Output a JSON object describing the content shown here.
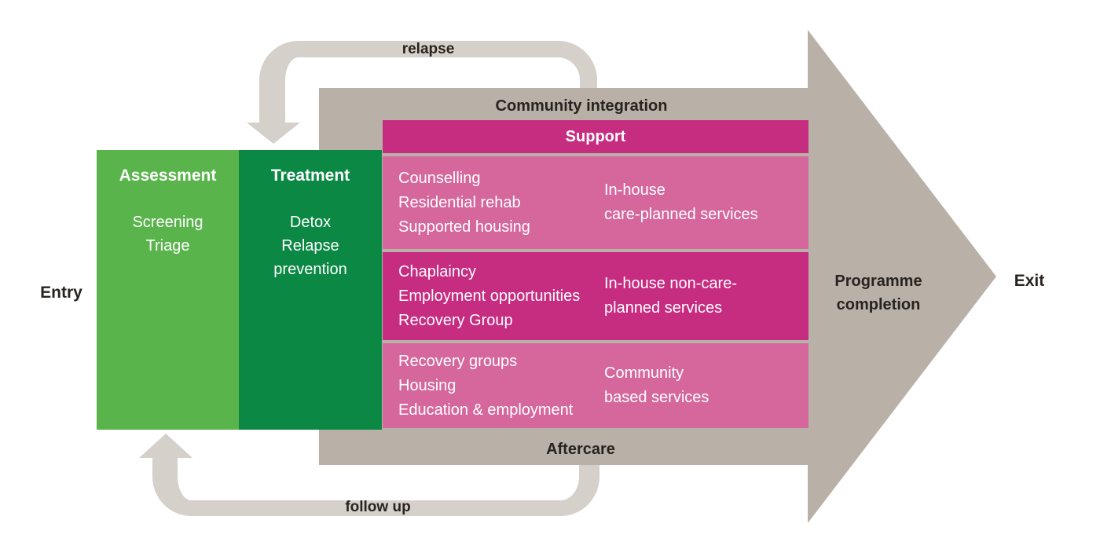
{
  "colors": {
    "green-light": "#5ab44c",
    "green-dark": "#0c8845",
    "pink-dark": "#c62c80",
    "pink-light": "#d5679d",
    "arrow-body": "#b9b1a8",
    "loop-gray": "#d5d0c9",
    "text-dark": "#28231f",
    "text-light": "#ffffff"
  },
  "endpoints": {
    "entry": "Entry",
    "exit": "Exit"
  },
  "main_arrow": {
    "top_label": "Community integration",
    "bottom_label": "Aftercare",
    "head_label_lines": [
      "Programme",
      "completion"
    ]
  },
  "loops": {
    "relapse": "relapse",
    "follow_up": "follow up"
  },
  "stages": {
    "assessment": {
      "title": "Assessment",
      "lines": [
        "Screening",
        "Triage"
      ]
    },
    "treatment": {
      "title": "Treatment",
      "lines": [
        "Detox",
        "Relapse",
        "prevention"
      ]
    }
  },
  "support": {
    "title": "Support",
    "rows": [
      {
        "services": [
          "Counselling",
          "Residential rehab",
          "Supported housing"
        ],
        "category": [
          "In-house",
          "care-planned services"
        ]
      },
      {
        "services": [
          "Chaplaincy",
          "Employment opportunities",
          "Recovery Group"
        ],
        "category": [
          "In-house non-care-",
          "planned services"
        ]
      },
      {
        "services": [
          "Recovery groups",
          "Housing",
          "Education & employment"
        ],
        "category": [
          "Community",
          "based services"
        ]
      }
    ]
  }
}
